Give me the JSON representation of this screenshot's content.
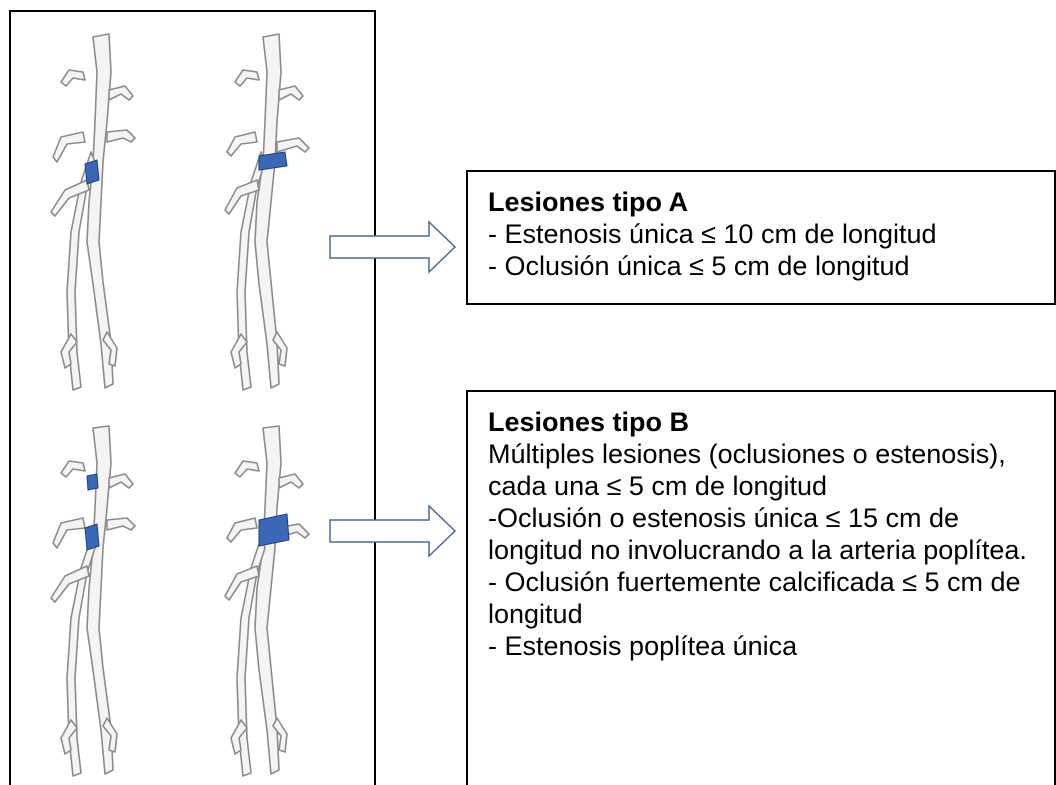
{
  "colors": {
    "lesion": "#3b67b8",
    "artery_stroke": "#8c8c8c",
    "arrow_stroke": "#4a6b92"
  },
  "panels": [
    {
      "id": "a",
      "left_lesion": "small-focal",
      "right_lesion": "short-band"
    },
    {
      "id": "b",
      "left_lesion": "multiple-small",
      "right_lesion": "longer-band"
    }
  ],
  "box_a": {
    "title": "Lesiones tipo A",
    "lines": [
      "- Estenosis única ≤ 10 cm de longitud",
      "- Oclusión única ≤ 5 cm de longitud"
    ]
  },
  "box_b": {
    "title": "Lesiones tipo B",
    "lines": [
      "Múltiples lesiones (oclusiones o estenosis), cada una ≤ 5 cm de longitud",
      "-Oclusión o estenosis única ≤ 15 cm de longitud no involucrando a la arteria poplítea.",
      "- Oclusión fuertemente calcificada ≤ 5 cm de longitud",
      "- Estenosis poplítea única"
    ]
  }
}
